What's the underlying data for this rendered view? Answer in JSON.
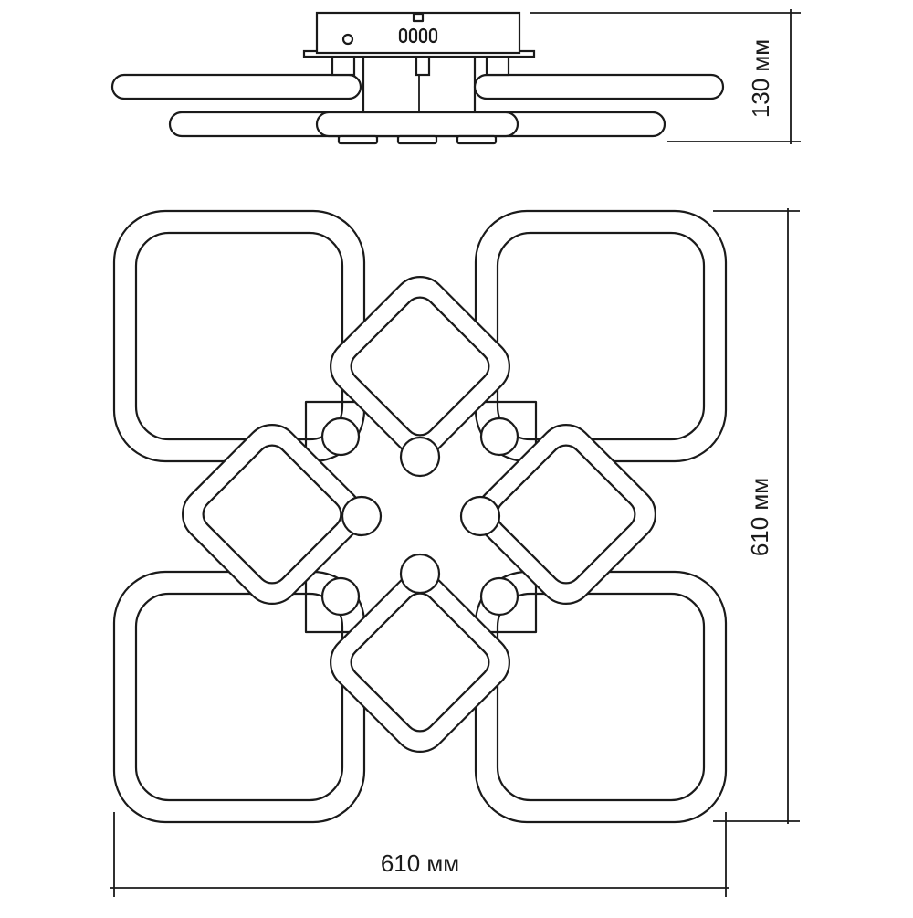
{
  "drawing": {
    "side_view": {
      "height_label": "130 мм"
    },
    "top_view": {
      "width_label": "610 мм",
      "depth_label": "610 мм"
    }
  }
}
